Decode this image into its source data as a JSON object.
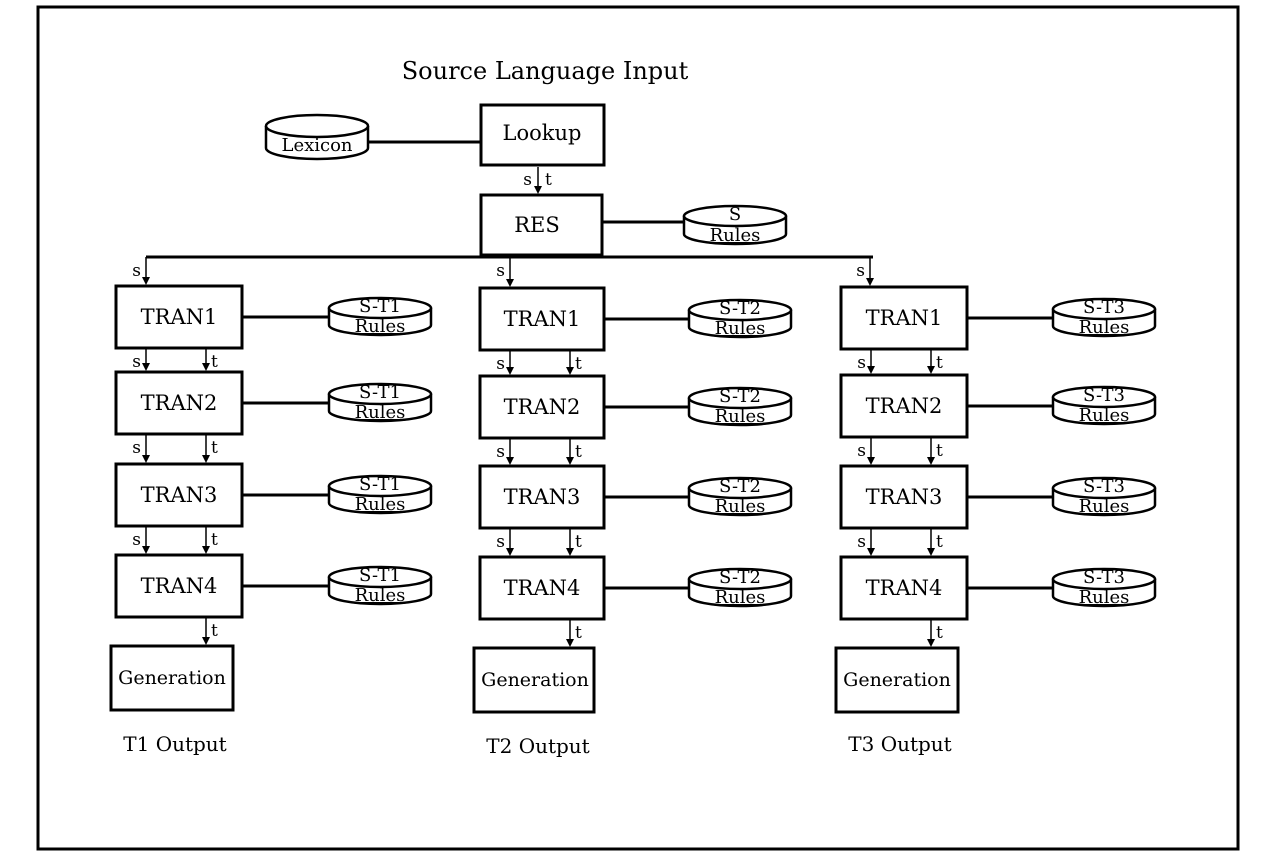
{
  "title": "Source Language Input",
  "lookup": {
    "box_label": "Lookup",
    "db_label": "Lexicon",
    "arrow_labels": [
      "s",
      "t"
    ]
  },
  "res": {
    "box_label": "RES",
    "db_label_line1": "S",
    "db_label_line2": "Rules"
  },
  "branch_arrow_label": "s",
  "pipelines": [
    {
      "stages": [
        "TRAN1",
        "TRAN2",
        "TRAN3",
        "TRAN4"
      ],
      "rules_line1": "S-T1",
      "rules_line2": "Rules",
      "generation": "Generation",
      "output": "T1 Output"
    },
    {
      "stages": [
        "TRAN1",
        "TRAN2",
        "TRAN3",
        "TRAN4"
      ],
      "rules_line1": "S-T2",
      "rules_line2": "Rules",
      "generation": "Generation",
      "output": "T2 Output"
    },
    {
      "stages": [
        "TRAN1",
        "TRAN2",
        "TRAN3",
        "TRAN4"
      ],
      "rules_line1": "S-T3",
      "rules_line2": "Rules",
      "generation": "Generation",
      "output": "T3 Output"
    }
  ],
  "stage_arrow_labels": [
    "s",
    "t"
  ],
  "final_arrow_label": "t"
}
